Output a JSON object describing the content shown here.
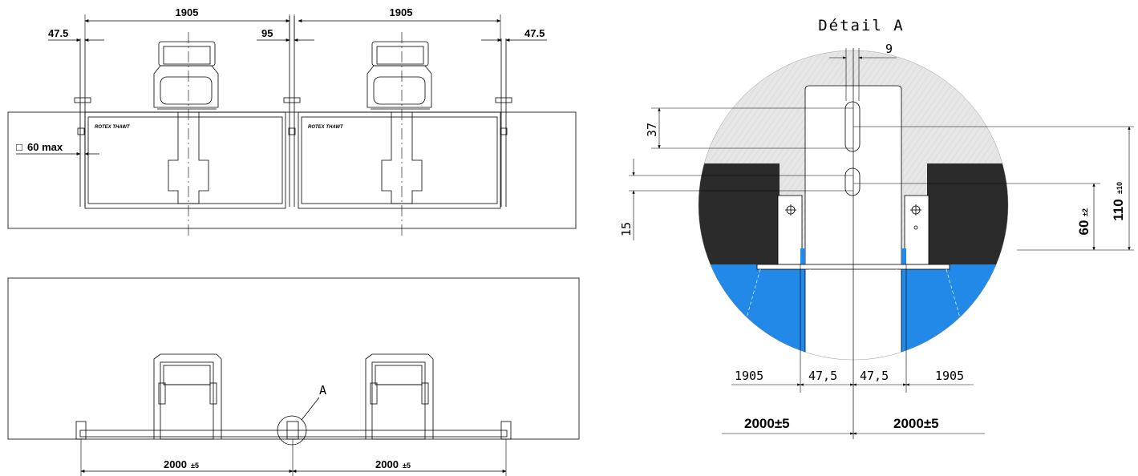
{
  "plan_view": {
    "dim_panel_left": "1905",
    "dim_panel_right": "1905",
    "dim_edge_left": "47.5",
    "dim_gap_center": "95",
    "dim_edge_right": "47.5",
    "dim_post_max": "60 max",
    "post_max_symbol": "□",
    "brand_label": "ROTEX THAWT"
  },
  "front_view": {
    "dim_span_left": "2000",
    "dim_span_left_tol": "±5",
    "dim_span_right": "2000",
    "dim_span_right_tol": "±5",
    "detail_callout": "A"
  },
  "detail_a": {
    "title": "Détail A",
    "dim_slot_width": "9",
    "dim_slot_length": "37",
    "dim_slot_offset": "15",
    "dim_height_60": "60",
    "dim_height_60_tol": "±2",
    "dim_height_110": "110",
    "dim_height_110_tol": "±10",
    "dim_panel_left": "1905",
    "dim_edge_left": "47,5",
    "dim_edge_right": "47,5",
    "dim_panel_right": "1905",
    "dim_total_left": "2000±5",
    "dim_total_right": "2000±5",
    "colors": {
      "sky": "#e6e6e6",
      "ground": "#2289e8",
      "panel": "#2b2b2b"
    }
  }
}
